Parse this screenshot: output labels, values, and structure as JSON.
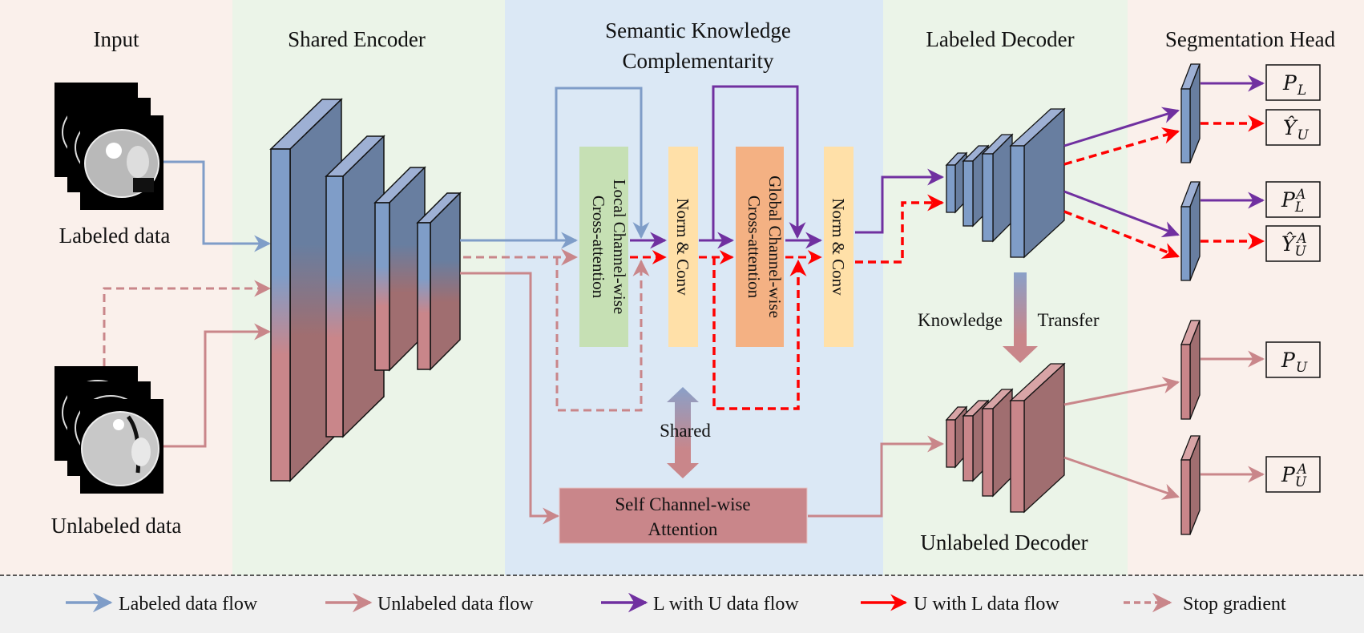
{
  "sections": {
    "input": "Input",
    "shared_encoder": "Shared Encoder",
    "skc_line1": "Semantic Knowledge",
    "skc_line2": "Complementarity",
    "labeled_decoder": "Labeled Decoder",
    "segmentation_head": "Segmentation Head"
  },
  "inputs": {
    "labeled": "Labeled data",
    "unlabeled": "Unlabeled data"
  },
  "modules": {
    "local_line1": "Local Channel-wise",
    "local_line2": "Cross-attention",
    "norm_conv_1": "Norm & Conv",
    "global_line1": "Global Channel-wise",
    "global_line2": "Cross-attention",
    "norm_conv_2": "Norm & Conv",
    "self_line1": "Self Channel-wise",
    "self_line2": "Attention",
    "shared": "Shared"
  },
  "decoders": {
    "knowledge": "Knowledge",
    "transfer": "Transfer",
    "unlabeled_decoder": "Unlabeled Decoder"
  },
  "outputs": {
    "p_l": {
      "base": "P",
      "sub": "L",
      "sup": ""
    },
    "y_u": {
      "base": "Ŷ",
      "sub": "U",
      "sup": ""
    },
    "p_l_a": {
      "base": "P",
      "sub": "L",
      "sup": "A"
    },
    "y_u_a": {
      "base": "Ŷ",
      "sub": "U",
      "sup": "A"
    },
    "p_u": {
      "base": "P",
      "sub": "U",
      "sup": ""
    },
    "p_u_a": {
      "base": "P",
      "sub": "U",
      "sup": "A"
    }
  },
  "legend": [
    {
      "label": "Labeled data flow",
      "style": "solid",
      "color": "#7f9dc8"
    },
    {
      "label": "Unlabeled data flow",
      "style": "solid",
      "color": "#c9868a"
    },
    {
      "label": "L with U data flow",
      "style": "solid",
      "color": "#7030a0"
    },
    {
      "label": "U with L data flow",
      "style": "solid",
      "color": "#ff0000"
    },
    {
      "label": "Stop gradient",
      "style": "dashed",
      "color": "#c9868a"
    }
  ],
  "colors": {
    "labeled": "#7f9dc8",
    "unlabeled": "#c9868a",
    "l_with_u": "#7030a0",
    "u_with_l": "#ff0000",
    "bg_input": "#faf0eb",
    "bg_encoder": "#ebf4e8",
    "bg_skc": "#dbe8f5",
    "local_box": "#c6e0b4",
    "norm_box": "#ffe0a8",
    "global_box": "#f4b183",
    "self_box": "#c9868a"
  }
}
